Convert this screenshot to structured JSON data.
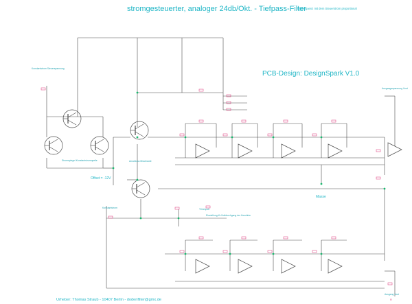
{
  "title": "stromgesteuerter, analoger 24db/Okt. - Tiefpass-Filter",
  "subtitle": "Eckfrequenz mit dem Steuerstrom proportional",
  "pcb_design": "PCB-Design: DesignSpark V1.0",
  "labels": {
    "current_source_top": "Konstantstrom Steuerspannung",
    "current_mirror": "Stromspiegel Konstantstromquelle",
    "offset": "Offset = -12V",
    "mixer_note": "Anschluss Mischstufe",
    "masse": "Masse",
    "lower_source": "Konstantstrom",
    "lower_trim": "Trimmpoti",
    "lower_note": "Einstellung für Nulldurchgang der Kennlinie",
    "output_top": "Ausgangsspannung Vout",
    "output_bottom": "Ausgang Vout"
  },
  "footer": "Urheber: Thomas Straub - 10407 Berlin - dodenfilter@gmx.de",
  "corner_mark": "R",
  "colors": {
    "wire": "#4a4a4a",
    "component": "#e0508a",
    "label": "#20b6c6",
    "node": "#19b86e",
    "background": "#ffffff"
  }
}
